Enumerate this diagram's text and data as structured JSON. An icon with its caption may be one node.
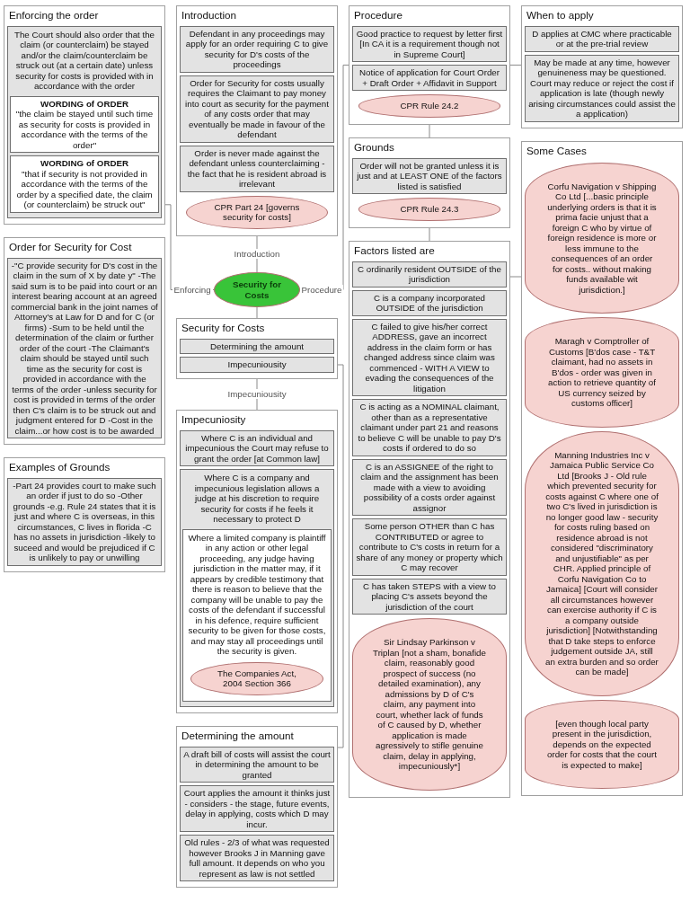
{
  "diagram": {
    "nodes": [
      {
        "text": [
          "Security for Costs"
        ]
      },
      {
        "text": [
          "Introduction"
        ]
      },
      {
        "text": [
          "Defendant in any proceedings may apply for an order requiring C to give security for D's costs of the proceedings"
        ],
        "in": 1
      },
      {
        "text": [
          "Order for Security for costs usually requires the Claimant to pay money into court as security for the payment of any costs order that may eventually be made in favour of the defendant"
        ],
        "in": 1
      },
      {
        "text": [
          "Order is never made against the defendant unless counterclaiming - the fact that he is resident abroad is irrelevant"
        ],
        "in": 1
      },
      {
        "text": [
          "CPR Part 24 [governs security for costs]"
        ],
        "in": 1
      },
      {
        "text": [
          "Enforcing the order"
        ]
      },
      {
        "text": [
          "The Court should also order that the claim (or counterclaim) be stayed and/or the claim/counterclaim be struck out (at a certain date) unless security for costs is provided with in accordance with the order"
        ],
        "in": 6
      },
      {
        "text": [
          "WORDING of ORDER",
          "\"the claim be stayed until such time as security for costs is provided in accordance with the terms of the order\""
        ],
        "in": 7
      },
      {
        "text": [
          "WORDING of ORDER",
          "\"that if security is not provided in accordance with the terms of the order by a specified date, the claim (or counterclaim) be struck out\""
        ],
        "in": 7
      },
      {
        "text": [
          "Grounds"
        ]
      },
      {
        "text": [
          "Order will not be granted unless it is just and at LEAST ONE of the factors listed is satisfied"
        ],
        "in": 10
      },
      {
        "text": [
          "CPR Rule 24.3"
        ],
        "in": 10
      },
      {
        "text": [
          "Factors listed are"
        ]
      },
      {
        "text": [
          "C ordinarily resident OUTSIDE of the jurisdiction"
        ],
        "in": 13
      },
      {
        "text": [
          "C is a company incorporated OUTSIDE of the jurisdiction"
        ],
        "in": 13
      },
      {
        "text": [
          "C failed to give his/her correct ADDRESS, gave an incorrect address in the claim form or has changed address since claim was commenced - WITH A VIEW to evading the consequences of the litigation"
        ],
        "in": 13
      },
      {
        "text": [
          "C is acting as a NOMINAL claimant, other than as a representative claimant under part 21 and reasons to believe C will be unable to pay D's costs if ordered to do so"
        ],
        "in": 13
      },
      {
        "text": [
          "C is an ASSIGNEE of the right to claim and the assignment has been made with a view to avoiding possibility of a costs order against assignor"
        ],
        "in": 13
      },
      {
        "text": [
          "Some person OTHER than C has CONTRIBUTED or agree to contribute to C's costs in return for a share of any money or property which C may recover"
        ],
        "in": 13
      },
      {
        "text": [
          "C has taken STEPS with a view to placing C's assets beyond the jurisdiction of the court"
        ],
        "in": 13
      },
      {
        "text": [
          "Sir Lindsay Parkinson v Triplan [not a sham, bonafide claim, reasonably good prospect of success (no detailed examination), any admissions by D of C's claim, any payment into court, whether lack of funds of C caused by D, whether application is made agressively to stifle genuine claim, delay in applying, impecuniously*]"
        ],
        "in": 13
      },
      {
        "text": [
          "Some Cases"
        ]
      },
      {
        "text": [
          "Corfu Navigation v Shipping Co Ltd [...basic principle underlying orders is that it is prima facie unjust that a foreign C who by virtue of foreign residence is more or less immune to the consequences of an order for costs.. without making funds available wit jurisdiction.]"
        ],
        "in": 22
      },
      {
        "text": [
          "Maragh v Comptroller of Customs [B'dos case - T&T claimant, had no assets in B'dos - order was given in action to retrieve quantity of US currency seized by customs officer]"
        ],
        "in": 22
      },
      {
        "text": [
          "Manning Industries Inc v Jamaica Public Service Co Ltd [Brooks J - Old rule which prevented security for costs against C where one of two C's lived in jurisdiction is no longer good law - security for costs ruling based on residence abroad is not considered \"discriminatory and unjustifiable\" as per CHR. Applied principle of Corfu Navigation Co to Jamaica] [Court will consider all circumstances however can exercise authority if C is a company outside jurisdiction] [Notwithstanding that D take steps to enforce judgement outside JA, still an extra burden and so order can be made]"
        ],
        "in": 22
      },
      {
        "text": [
          "[even though local party present in the jurisdiction, depends on the expected order for costs that the court is expected to make]"
        ],
        "in": 22
      },
      {
        "text": [
          "Procedure"
        ]
      },
      {
        "text": [
          "Good practice to request by letter first [In CA it is a requirement though not in Supreme Court]"
        ],
        "in": 27
      },
      {
        "text": [
          "Notice of application for Court Order + Draft Order + Affidavit in Support"
        ],
        "in": 27
      },
      {
        "text": [
          "CPR Rule 24.2"
        ],
        "in": 27
      },
      {
        "text": [
          "When to apply"
        ]
      },
      {
        "text": [
          "D applies at CMC where practicable or at the pre-trial review"
        ],
        "in": 31
      },
      {
        "text": [
          "May be made at any time, however genuineness may be questioned. Court may reduce or reject the cost if application is late (though newly arising circumstances could assist the a application)"
        ],
        "in": 31
      },
      {
        "text": [
          "Order for Security for Cost"
        ]
      },
      {
        "text": [
          "-\"C provide security for D's cost in the claim in the sum of X by date y\" -The said sum is to be paid into court or an interest bearing account at an agreed commercial bank in the joint names of Attorney's at Law for D and for C (or firms) -Sum to be held until the determination of the claim or further order of the court -The Claimant's claim should be stayed until such time as the security for cost is provided in accordance with the terms of the order -unless security for cost is provided in terms of the order then C's claim is to be struck out and judgment entered for D -Cost in the claim...or how cost is to be awarded"
        ],
        "in": 34
      },
      {
        "text": [
          "Security for Costs"
        ]
      },
      {
        "text": [
          "Determining the amount"
        ],
        "in": 36
      },
      {
        "text": [
          "Impecuniousity"
        ],
        "in": 36
      },
      {
        "text": [
          "Examples of Grounds"
        ]
      },
      {
        "text": [
          "-Part 24 provides court to make such an order if just to do so -Other grounds -e.g. Rule 24 states that it is just and where C is overseas, in this circumstances, C lives in florida -C has no assets in jurisdiction -likely to suceed and would be prejudiced if C is unlikely to pay or unwilling"
        ],
        "in": 39
      },
      {
        "text": [
          "Impecuniosity"
        ]
      },
      {
        "text": [
          "Where C is an individual and impecunious the Court may refuse to grant the order [at Common law]"
        ],
        "in": 41
      },
      {
        "text": [
          "Where C is a company and impecunious legislation allows a judge at his discretion to require security for costs if he feels it necessary to protect D"
        ],
        "in": 41
      },
      {
        "text": [
          "Where a limited company is plaintiff in any action or other legal proceeding, any judge having jurisdiction in the matter may, if it appears by credible testimony that there is reason to believe that the company will be unable to pay the costs of the defendant if successful in his defence, require sufficient security to be given for those costs, and may stay all proceedings until the security is given."
        ],
        "in": 43
      },
      {
        "text": [
          "The Companies Act, 2004 Section 366"
        ],
        "in": 44
      },
      {
        "text": [
          "Determining the amount"
        ]
      },
      {
        "text": [
          "A draft bill of costs will assist the court in determining the amount to be granted"
        ],
        "in": 46
      },
      {
        "text": [
          "Court applies the amount it thinks just - considers - the stage, future events, delay in applying, costs which D may incur."
        ],
        "in": 46
      },
      {
        "text": [
          "Old rules - 2/3 of what was requested however Brooks J in Manning gave full amount. It depends on who you represent as law is not settled"
        ],
        "in": 46
      }
    ],
    "edges": [
      {
        "from": 0,
        "to": 1,
        "arrow": "none",
        "label": "Introduction"
      },
      {
        "from": 0,
        "to": 6,
        "arrow": "none",
        "label": "Enforcing"
      },
      {
        "from": 0,
        "to": 27,
        "arrow": "none",
        "label": "Procedure"
      },
      {
        "from": 0,
        "to": 36,
        "arrow": "none"
      },
      {
        "from": 36,
        "to": 41,
        "arrow": "none",
        "label": "Impecuniousity"
      },
      {
        "from": 38,
        "to": 46,
        "arrow": "none"
      },
      {
        "from": 27,
        "to": 10,
        "arrow": "none"
      },
      {
        "from": 10,
        "to": 13,
        "arrow": "none"
      },
      {
        "from": 13,
        "to": 22,
        "arrow": "none"
      },
      {
        "from": 27,
        "to": 31,
        "arrow": "none"
      }
    ]
  }
}
